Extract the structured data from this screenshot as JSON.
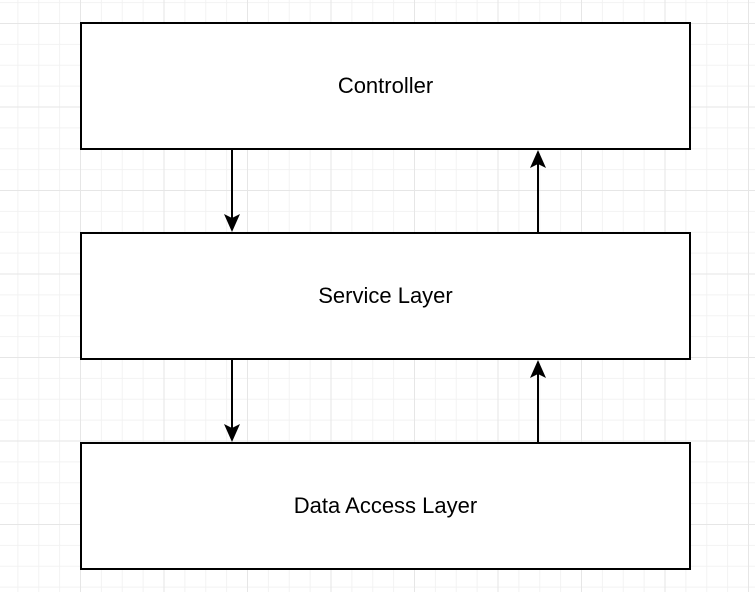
{
  "layers": [
    {
      "label": "Controller"
    },
    {
      "label": "Service Layer"
    },
    {
      "label": "Data Access Layer"
    }
  ],
  "connections": [
    {
      "from": "Controller",
      "to": "Service Layer"
    },
    {
      "from": "Service Layer",
      "to": "Controller"
    },
    {
      "from": "Service Layer",
      "to": "Data Access Layer"
    },
    {
      "from": "Data Access Layer",
      "to": "Service Layer"
    }
  ]
}
